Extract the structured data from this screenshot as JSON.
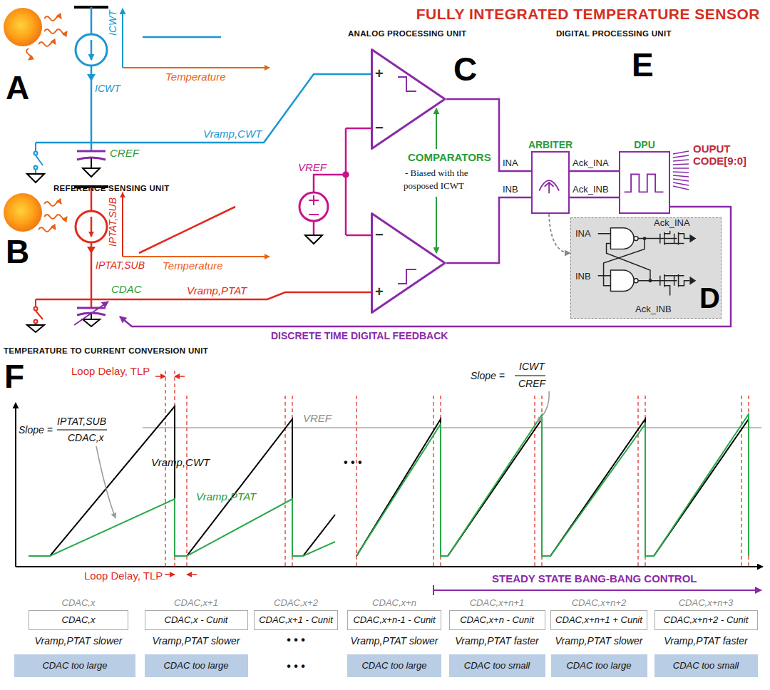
{
  "diagram": {
    "title": "FULLY INTEGRATED TEMPERATURE SENSOR",
    "nodes": [
      {
        "text": [
          "+",
          "−"
        ]
      },
      {
        "text": [
          "−",
          "+"
        ]
      },
      {
        "text": [
          "ARBITER"
        ]
      },
      {
        "text": [
          "DPU"
        ]
      },
      {
        "text": [
          "INA",
          "Ack_INA",
          "INB",
          "Ack_INB",
          "D"
        ]
      },
      {
        "text": [
          "CDAC,x",
          "CDAC,x"
        ]
      },
      {
        "text": [
          "CDAC,x+1",
          "CDAC,x - Cunit"
        ]
      },
      {
        "text": [
          "CDAC,x+2",
          "CDAC,x+1 - Cunit"
        ]
      },
      {
        "text": [
          "CDAC,x+n",
          "CDAC,x+n-1 - Cunit"
        ]
      },
      {
        "text": [
          "CDAC,x+n+1",
          "CDAC,x+n - Cunit"
        ]
      },
      {
        "text": [
          "CDAC,x+n+2",
          "CDAC,x+n+1 + Cunit"
        ]
      },
      {
        "text": [
          "CDAC,x+n+3",
          "CDAC,x+n+2 - Cunit"
        ]
      },
      {
        "text": [
          "CDAC too large"
        ]
      },
      {
        "text": [
          "CDAC too large"
        ]
      },
      {
        "text": [
          "CDAC too large"
        ]
      },
      {
        "text": [
          "CDAC too small"
        ]
      },
      {
        "text": [
          "CDAC too large"
        ]
      },
      {
        "text": [
          "CDAC too small"
        ]
      }
    ],
    "edges": [
      {
        "from": 0,
        "to": 2,
        "label": "INA",
        "arrow": "none"
      },
      {
        "from": 1,
        "to": 2,
        "label": "INB",
        "arrow": "none"
      },
      {
        "from": 2,
        "to": 3,
        "label": "Ack_INA",
        "arrow": "none"
      },
      {
        "from": 2,
        "to": 3,
        "label": "Ack_INB",
        "arrow": "none"
      },
      {
        "from": 2,
        "to": 4,
        "arrow": "to"
      }
    ],
    "labels": [
      "A",
      "ICWT",
      "Temperature",
      "ICWT",
      "CREF",
      "REFERENCE SENSING UNIT",
      "Vramp,CWT",
      "B",
      "IPTAT,SUB",
      "Temperature",
      "IPTAT,SUB",
      "CDAC",
      "Vramp,PTAT",
      "TEMPERATURE TO CURRENT CONVERSION UNIT",
      "ANALOG PROCESSING UNIT",
      "DIGITAL PROCESSING UNIT",
      "C",
      "E",
      "COMPARATORS",
      "- Biased with the",
      "posposed ICWT",
      "VREF",
      "OUPUT CODE[9:0]",
      "DISCRETE TIME DIGITAL FEEDBACK",
      "F",
      "Loop Delay, TLP",
      "Loop Delay, TLP",
      "Slope =",
      "IPTAT,SUB",
      "CDAC,x",
      "Slope =",
      "ICWT",
      "CREF",
      "VREF",
      "Vramp,CWT",
      "Vramp,PTAT",
      "• • •",
      "STEADY STATE BANG-BANG CONTROL",
      "Vramp,PTAT slower",
      "Vramp,PTAT slower",
      "• • •",
      "Vramp,PTAT slower",
      "Vramp,PTAT faster",
      "Vramp,PTAT slower",
      "Vramp,PTAT faster",
      "• • •"
    ]
  }
}
